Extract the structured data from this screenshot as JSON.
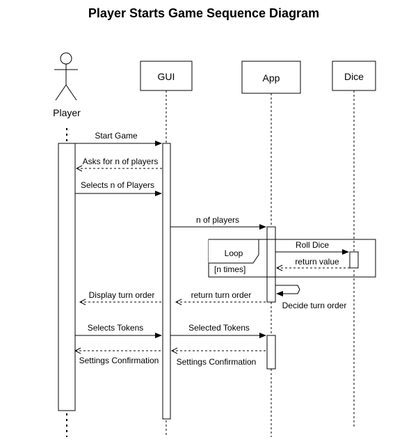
{
  "title": "Player Starts Game Sequence Diagram",
  "participants": {
    "player": "Player",
    "gui": "GUI",
    "app": "App",
    "dice": "Dice"
  },
  "messages": {
    "start_game": "Start Game",
    "asks_for_n": "Asks for n of players",
    "selects_n": "Selects n of Players",
    "n_of_players": "n of players",
    "roll_dice": "Roll Dice",
    "return_value": "return value",
    "return_turn_order": "return turn order",
    "display_turn_order": "Display turn order",
    "decide_turn_order": "Decide turn order",
    "selects_tokens": "Selects Tokens",
    "selected_tokens": "Selected Tokens",
    "settings_confirmation_gui": "Settings Confirmation",
    "settings_confirmation_app": "Settings Confirmation"
  },
  "fragment": {
    "operator": "Loop",
    "guard": "[n times]"
  }
}
